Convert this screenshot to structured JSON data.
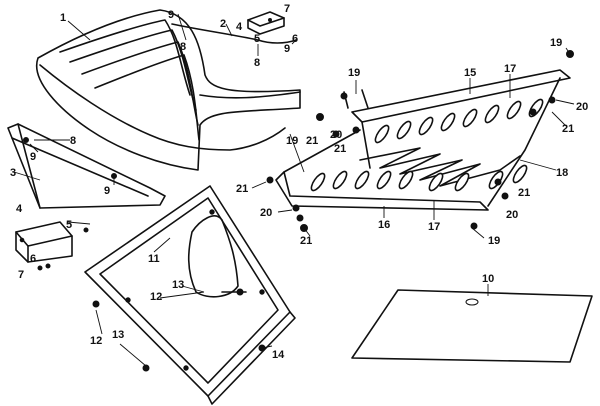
{
  "labels": [
    "1",
    "2",
    "3",
    "4",
    "5",
    "6",
    "7",
    "8",
    "9",
    "10",
    "11",
    "12",
    "13",
    "14",
    "15",
    "16",
    "17",
    "18",
    "19",
    "20",
    "21"
  ]
}
